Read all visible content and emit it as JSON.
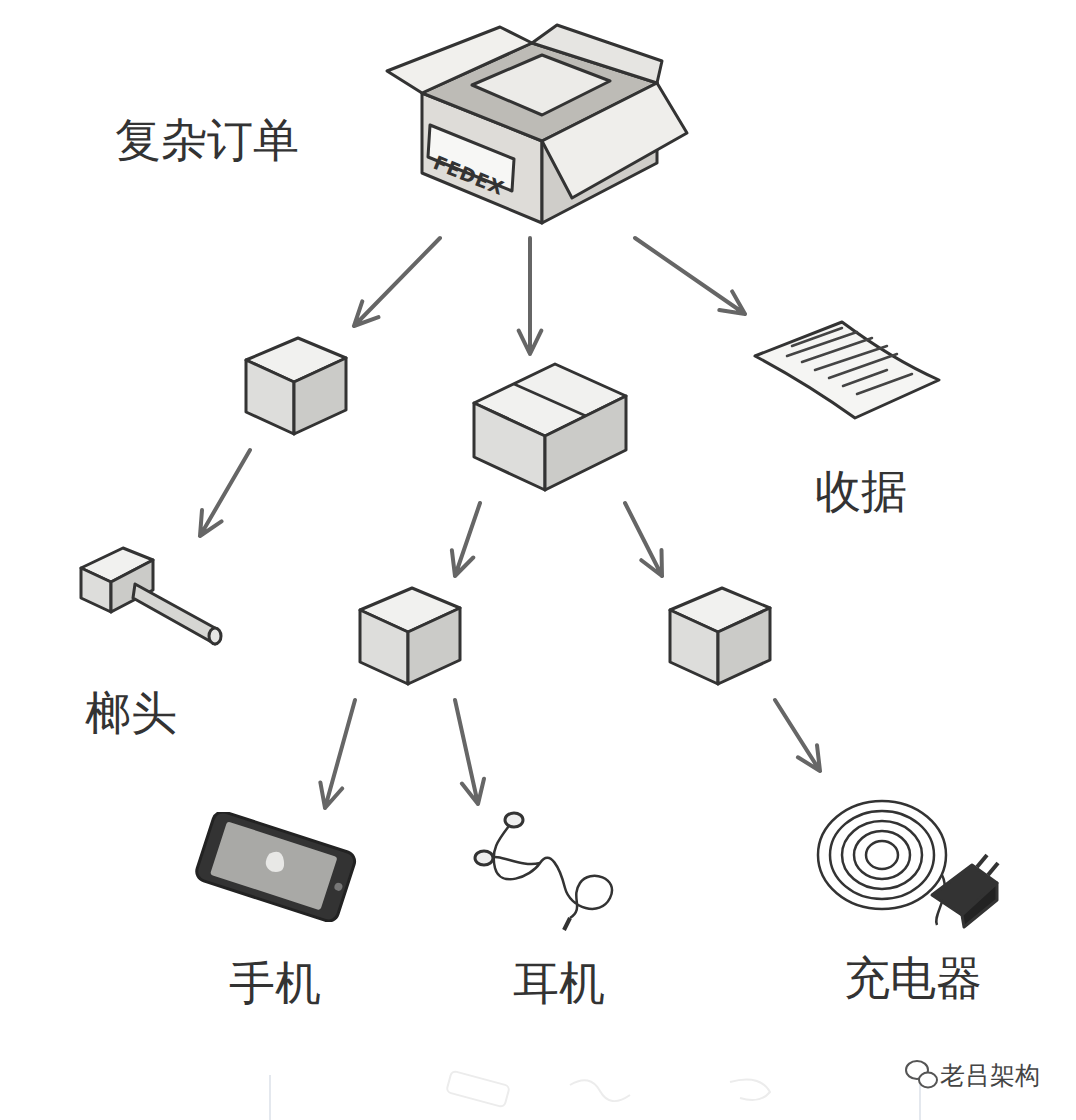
{
  "diagram": {
    "nodes": [
      {
        "text": [
          "复杂订单",
          "FEDEX"
        ]
      },
      {
        "text": []
      },
      {
        "text": []
      },
      {
        "text": [
          "收据"
        ]
      },
      {
        "text": [
          "榔头"
        ]
      },
      {
        "text": []
      },
      {
        "text": []
      },
      {
        "text": [
          "手机"
        ]
      },
      {
        "text": [
          "耳机"
        ]
      },
      {
        "text": [
          "充电器"
        ]
      }
    ],
    "edges": [
      {
        "from": 0,
        "to": 1,
        "arrow": "to"
      },
      {
        "from": 0,
        "to": 2,
        "arrow": "to"
      },
      {
        "from": 0,
        "to": 3,
        "arrow": "to"
      },
      {
        "from": 1,
        "to": 4,
        "arrow": "to"
      },
      {
        "from": 2,
        "to": 5,
        "arrow": "to"
      },
      {
        "from": 2,
        "to": 6,
        "arrow": "to"
      },
      {
        "from": 5,
        "to": 7,
        "arrow": "to"
      },
      {
        "from": 5,
        "to": 8,
        "arrow": "to"
      },
      {
        "from": 6,
        "to": 9,
        "arrow": "to"
      }
    ],
    "labels": [
      "老吕架构"
    ]
  }
}
